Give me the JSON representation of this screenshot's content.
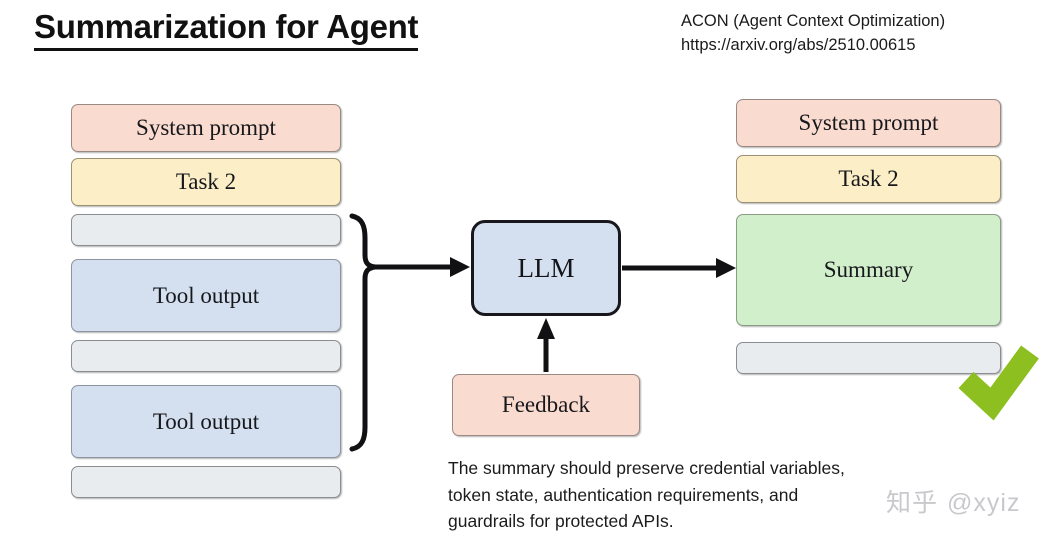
{
  "header": {
    "title": "Summarization for Agent",
    "reference_name": "ACON (Agent Context Optimization)",
    "reference_url": "https://arxiv.org/abs/2510.00615"
  },
  "left_context": {
    "label": "before-summarization-context",
    "blocks": [
      {
        "label": "System prompt",
        "style": "peach"
      },
      {
        "label": "Task 2",
        "style": "cream"
      },
      {
        "label": "",
        "style": "gray"
      },
      {
        "label": "Tool output",
        "style": "blue"
      },
      {
        "label": "",
        "style": "gray"
      },
      {
        "label": "Tool output",
        "style": "blue"
      },
      {
        "label": "",
        "style": "gray"
      }
    ]
  },
  "center": {
    "llm_label": "LLM",
    "feedback_label": "Feedback",
    "caption": "The summary should preserve credential variables, token state, authentication requirements, and guardrails for protected APIs."
  },
  "right_context": {
    "label": "after-summarization-context",
    "blocks": [
      {
        "label": "System prompt",
        "style": "peach"
      },
      {
        "label": "Task 2",
        "style": "cream"
      },
      {
        "label": "Summary",
        "style": "green"
      },
      {
        "label": "",
        "style": "gray"
      }
    ],
    "check_mark": "success-check"
  },
  "watermark": {
    "logo": "知乎",
    "handle": "@xyiz"
  },
  "colors": {
    "peach": "#fadbcf",
    "cream": "#fcefc7",
    "blue": "#d4e0f0",
    "green": "#d2efcb",
    "gray": "#e9ecef",
    "ink": "#17171c",
    "check_green": "#8cbf1f",
    "watermark_gray": "#c9c9cd"
  }
}
